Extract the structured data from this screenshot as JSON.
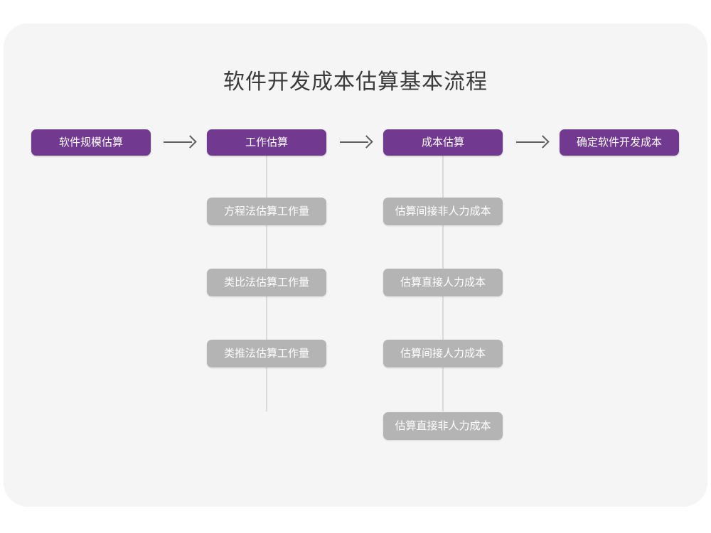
{
  "diagram": {
    "title": "软件开发成本估算基本流程",
    "background_color": "#f5f5f5",
    "page_color": "#ffffff",
    "primary_color": "#71398f",
    "sub_color": "#b4b4b4",
    "title_color": "#3b3b3b",
    "connector_color": "#dadada",
    "arrow_color": "#5f5f5f",
    "arrow_symbol": "arrow-right-icon",
    "stages": [
      {
        "label": "软件规模估算",
        "substeps": []
      },
      {
        "label": "工作估算",
        "substeps": [
          "方程法估算工作量",
          "类比法估算工作量",
          "类推法估算工作量"
        ]
      },
      {
        "label": "成本估算",
        "substeps": [
          "估算间接非人力成本",
          "估算直接人力成本",
          "估算间接人力成本",
          "估算直接非人力成本"
        ]
      },
      {
        "label": "确定软件开发成本",
        "substeps": []
      }
    ]
  }
}
